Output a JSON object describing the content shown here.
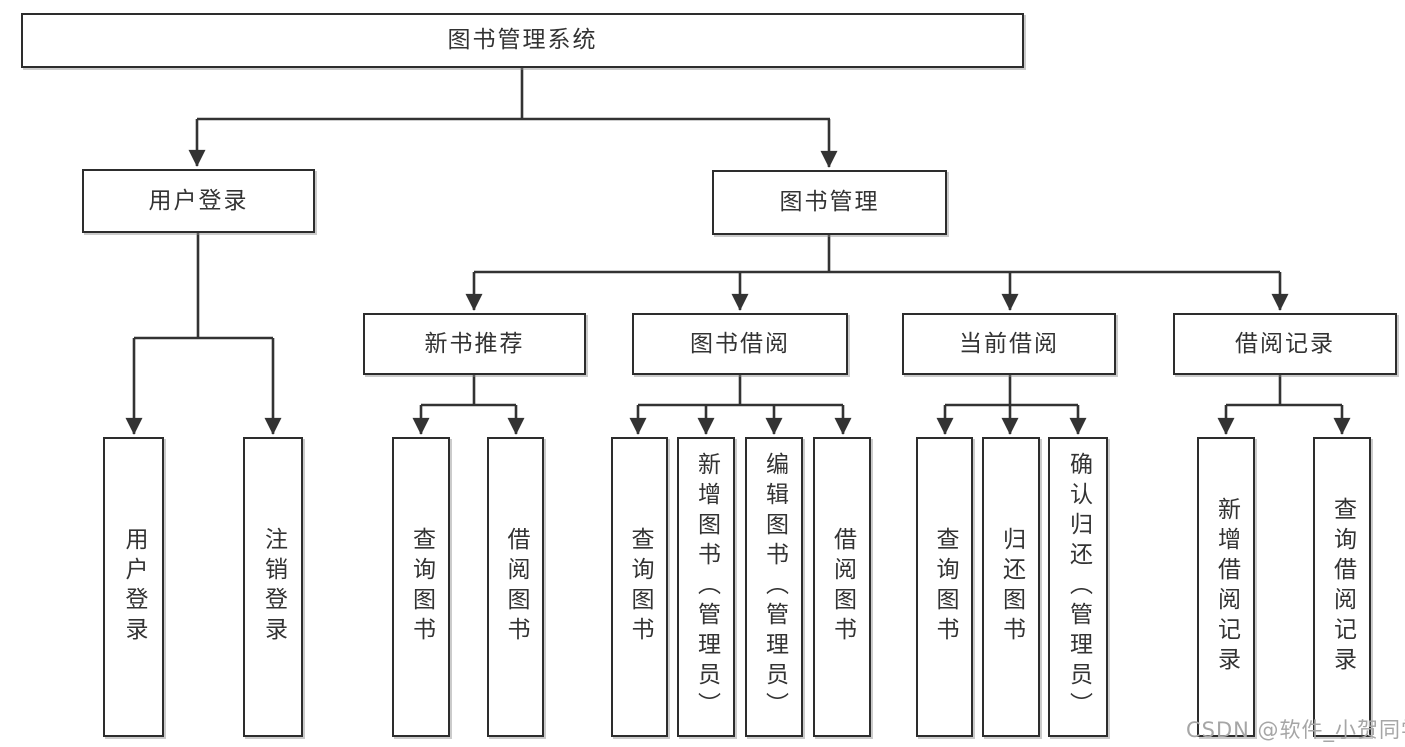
{
  "diagram": {
    "root": {
      "label": "图书管理系统"
    },
    "branches": [
      {
        "label": "用户登录",
        "leaves": [
          {
            "label": "用户登录"
          },
          {
            "label": "注销登录"
          }
        ]
      },
      {
        "label": "图书管理",
        "groups": [
          {
            "label": "新书推荐",
            "leaves": [
              {
                "label": "查询图书"
              },
              {
                "label": "借阅图书"
              }
            ]
          },
          {
            "label": "图书借阅",
            "leaves": [
              {
                "label": "查询图书"
              },
              {
                "label": "新增图书（管理员）"
              },
              {
                "label": "编辑图书（管理员）"
              },
              {
                "label": "借阅图书"
              }
            ]
          },
          {
            "label": "当前借阅",
            "leaves": [
              {
                "label": "查询图书"
              },
              {
                "label": "归还图书"
              },
              {
                "label": "确认归还（管理员）"
              }
            ]
          },
          {
            "label": "借阅记录",
            "leaves": [
              {
                "label": "新增借阅记录"
              },
              {
                "label": "查询借阅记录"
              }
            ]
          }
        ]
      }
    ],
    "watermark": "CSDN @软件_小贺同学",
    "colors": {
      "line": "#333333",
      "border": "#2d2d2d",
      "text": "#333333",
      "background": "#ffffff",
      "watermark": "#a6a6a6"
    }
  }
}
